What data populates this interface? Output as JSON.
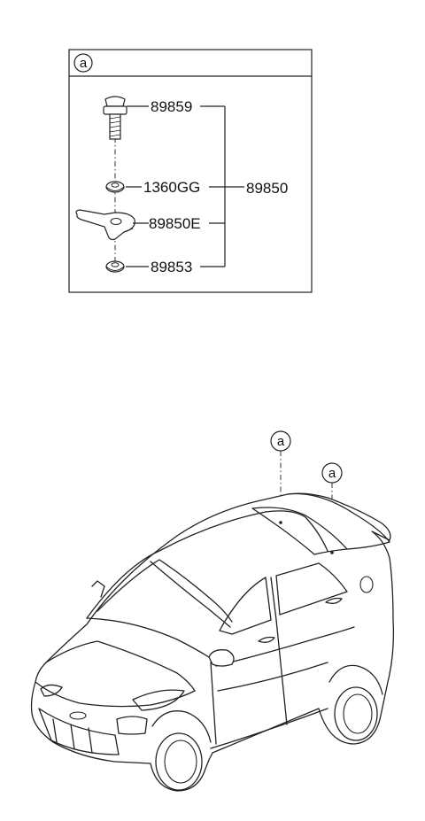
{
  "detail_box": {
    "callout": "a",
    "parts": [
      {
        "part_number": "89859"
      },
      {
        "part_number": "1360GG"
      },
      {
        "part_number": "89850E"
      },
      {
        "part_number": "89853"
      }
    ],
    "assembly_number": "89850"
  },
  "vehicle": {
    "callouts": [
      {
        "label": "a"
      },
      {
        "label": "a"
      }
    ]
  }
}
